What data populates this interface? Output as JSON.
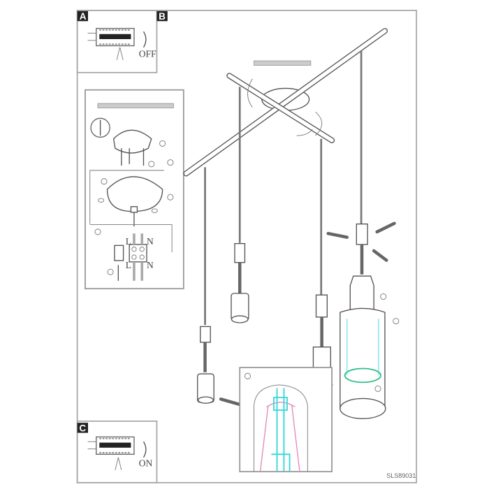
{
  "panels": {
    "a": {
      "label": "A",
      "switch_text": "OFF"
    },
    "b": {
      "label": "B"
    },
    "c": {
      "label": "C",
      "switch_text": "ON"
    }
  },
  "wiring": {
    "live_top": "L",
    "neutral_top": "N",
    "live_bottom": "L",
    "neutral_bottom": "N"
  },
  "document_code": "SLS89031",
  "colors": {
    "highlight_cyan": "#35d6d6",
    "highlight_pink": "#e38ab8",
    "highlight_green": "#2fbf8a"
  }
}
